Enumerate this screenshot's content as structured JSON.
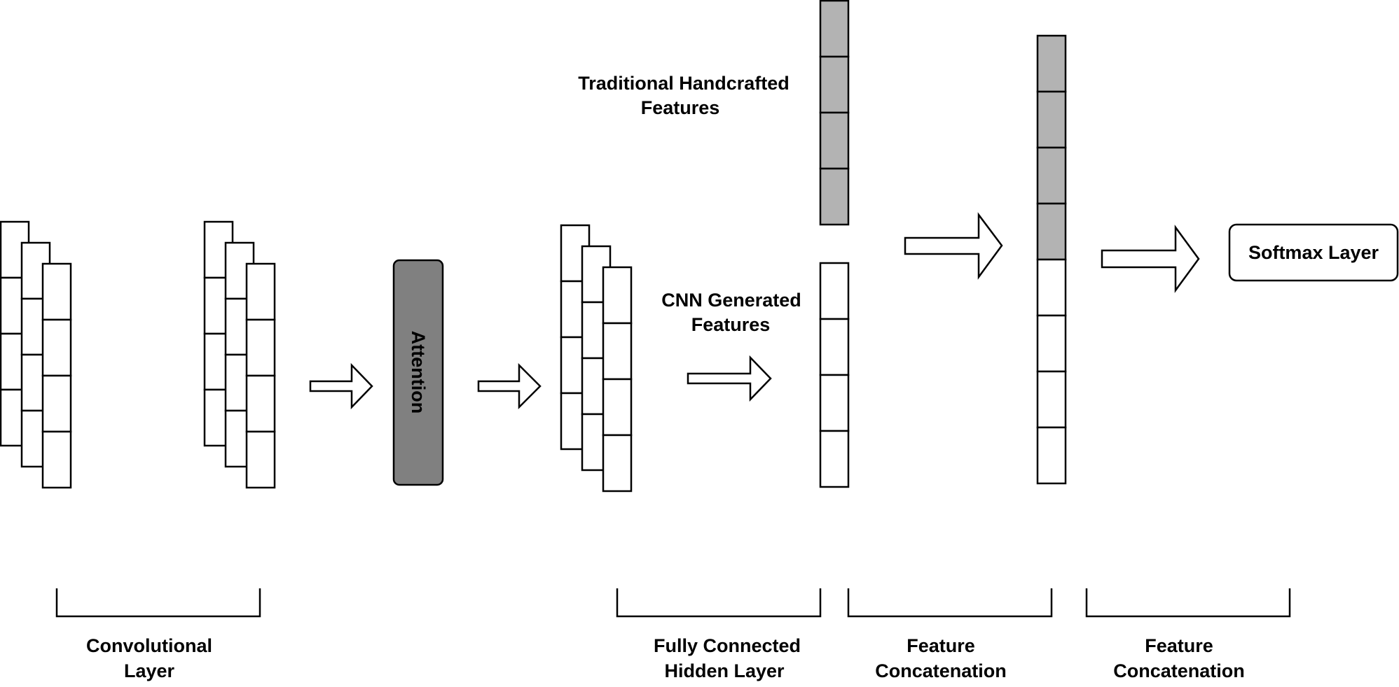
{
  "labels": {
    "traditional_features": [
      "Traditional Handcrafted",
      "Features"
    ],
    "cnn_features": [
      "CNN Generated",
      "Features"
    ],
    "attention": "Attention",
    "softmax": "Softmax Layer",
    "conv_layer": [
      "Convolutional",
      "Layer"
    ],
    "fc_layer": [
      "Fully Connected",
      "Hidden Layer"
    ],
    "concat_1": [
      "Feature",
      "Concatenation"
    ],
    "concat_2": [
      "Feature",
      "Concatenation"
    ]
  },
  "colors": {
    "stroke": "#000000",
    "cell_white": "#ffffff",
    "cell_gray": "#b3b3b3",
    "attention_fill": "#808080"
  }
}
